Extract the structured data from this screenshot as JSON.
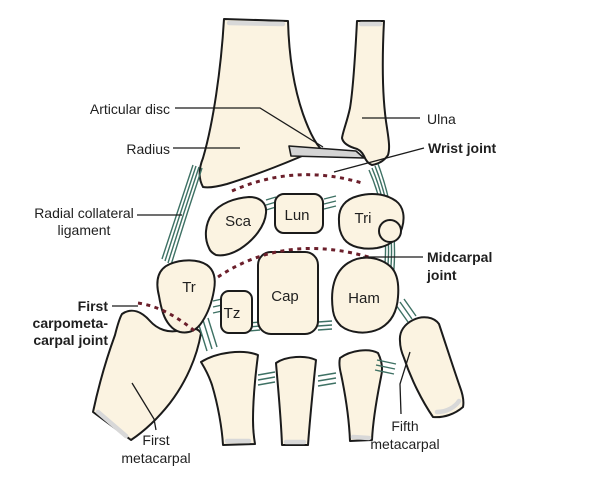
{
  "figure": {
    "title": "Wrist joint anatomy diagram",
    "colors": {
      "background": "#ffffff",
      "bone_fill": "#fbf3e1",
      "outline": "#1b1b1b",
      "ligament": "#3e7164",
      "joint_line": "#6b1f2b",
      "disc_fill": "#d4d4d4",
      "highlight": "#d8d8d8",
      "text": "#1f1f1f"
    },
    "annotations": {
      "articular_disc": [
        "Articular disc"
      ],
      "radius": [
        "Radius"
      ],
      "ulna": [
        "Ulna"
      ],
      "wrist_joint": [
        "Wrist joint"
      ],
      "radial_collateral_ligament": [
        "Radial collateral",
        "ligament"
      ],
      "midcarpal_joint": [
        "Midcarpal",
        "joint"
      ],
      "first_carpometacarpal_joint": [
        "First",
        "carpometa-",
        "carpal joint"
      ],
      "first_metacarpal": [
        "First",
        "metacarpal"
      ],
      "fifth_metacarpal": [
        "Fifth",
        "metacarpal"
      ]
    },
    "bone_labels": {
      "scaphoid": "Sca",
      "lunate": "Lun",
      "triquetrum": "Tri",
      "trapezium": "Tr",
      "trapezoid": "Tz",
      "capitate": "Cap",
      "hamate": "Ham"
    }
  }
}
